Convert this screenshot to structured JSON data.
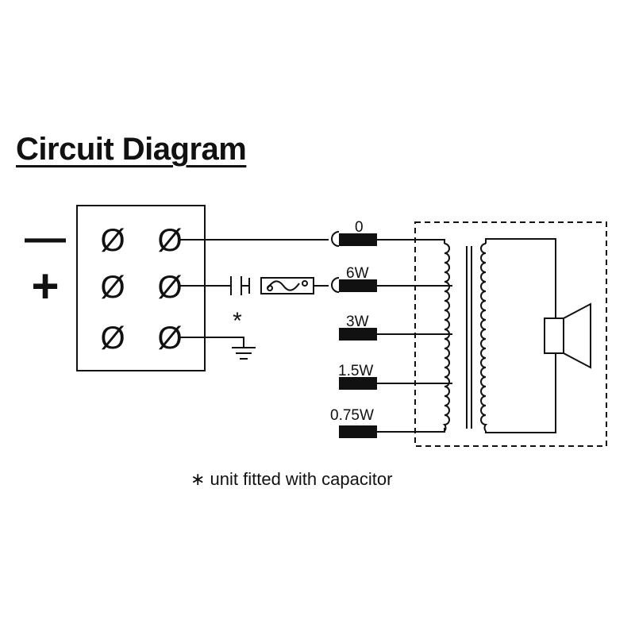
{
  "title": "Circuit Diagram",
  "terminal_block": {
    "rows": [
      {
        "polarity": "—",
        "terminal_symbol": "Ø"
      },
      {
        "polarity": "+",
        "terminal_symbol": "Ø"
      },
      {
        "polarity": "",
        "terminal_symbol": "Ø"
      }
    ]
  },
  "capacitor_marker": "*",
  "taps": [
    {
      "label": "0"
    },
    {
      "label": "6W"
    },
    {
      "label": "3W"
    },
    {
      "label": "1.5W"
    },
    {
      "label": "0.75W"
    }
  ],
  "footnote": "∗ unit fitted with capacitor",
  "colors": {
    "line": "#111111",
    "background": "#ffffff"
  },
  "icons": [
    "screw-terminal-icon",
    "capacitor-icon",
    "fuse-icon",
    "ground-icon",
    "transformer-icon",
    "speaker-icon"
  ]
}
